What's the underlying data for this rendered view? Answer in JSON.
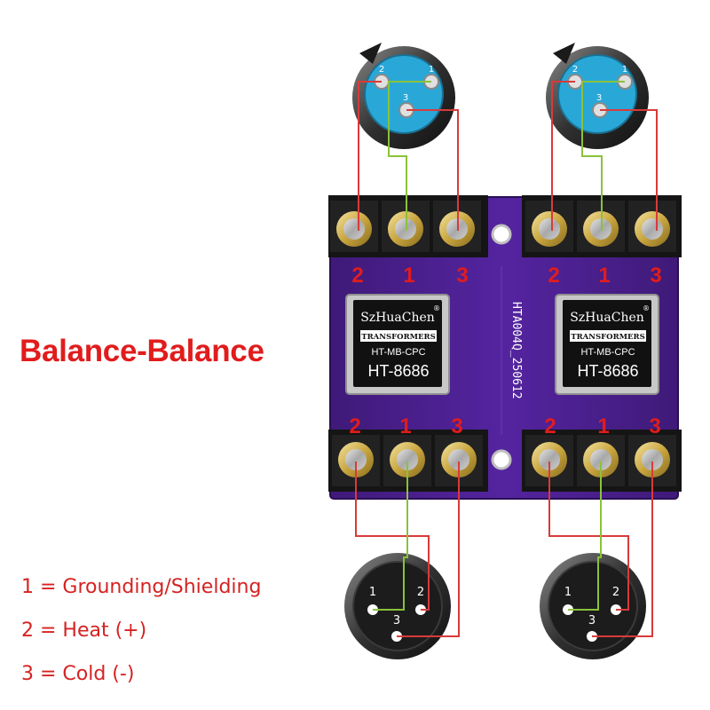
{
  "title": "Balance-Balance",
  "legend": [
    "1 = Grounding/Shielding",
    "2 = Heat (+)",
    "3 = Cold (-)"
  ],
  "board": {
    "pcb_text": "HTA004Q_250612",
    "terminal_labels_top": [
      "2",
      "1",
      "3",
      "2",
      "1",
      "3"
    ],
    "terminal_labels_bottom": [
      "2",
      "1",
      "3",
      "2",
      "1",
      "3"
    ],
    "transformers": [
      {
        "brand": "SzHuaChen",
        "registered": "®",
        "type": "TRANSFORMERS",
        "model_line": "HT-MB-CPC",
        "part": "HT-8686"
      },
      {
        "brand": "SzHuaChen",
        "registered": "®",
        "type": "TRANSFORMERS",
        "model_line": "HT-MB-CPC",
        "part": "HT-8686"
      }
    ]
  },
  "connectors": {
    "top_pins": [
      "2",
      "1",
      "3"
    ],
    "bottom_pins": [
      "1",
      "2",
      "3"
    ]
  },
  "colors": {
    "pcb": "#4a1f86",
    "wire_red": "#d93a3a",
    "wire_green": "#8ac23a",
    "label_red": "#e11c1c",
    "xlr_female_face": "#29a8d8",
    "xlr_shell": "#202020"
  }
}
